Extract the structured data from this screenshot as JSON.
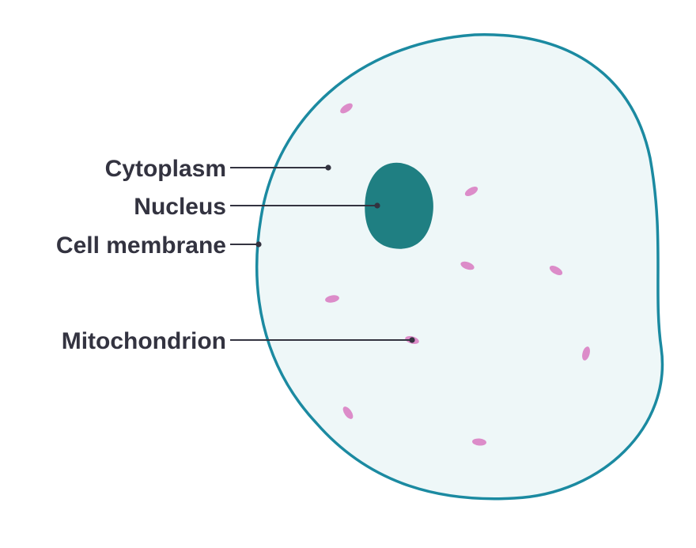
{
  "diagram": {
    "labels": {
      "cytoplasm": "Cytoplasm",
      "nucleus": "Nucleus",
      "cell_membrane": "Cell membrane",
      "mitochondrion": "Mitochondrion"
    },
    "colors": {
      "membrane_stroke": "#1b8aa1",
      "cytoplasm_fill": "#eef7f8",
      "nucleus_fill": "#1f7f82",
      "mitochondria_fill": "#dc8cc9",
      "label_text": "#333340",
      "leader_line": "#333340"
    }
  }
}
